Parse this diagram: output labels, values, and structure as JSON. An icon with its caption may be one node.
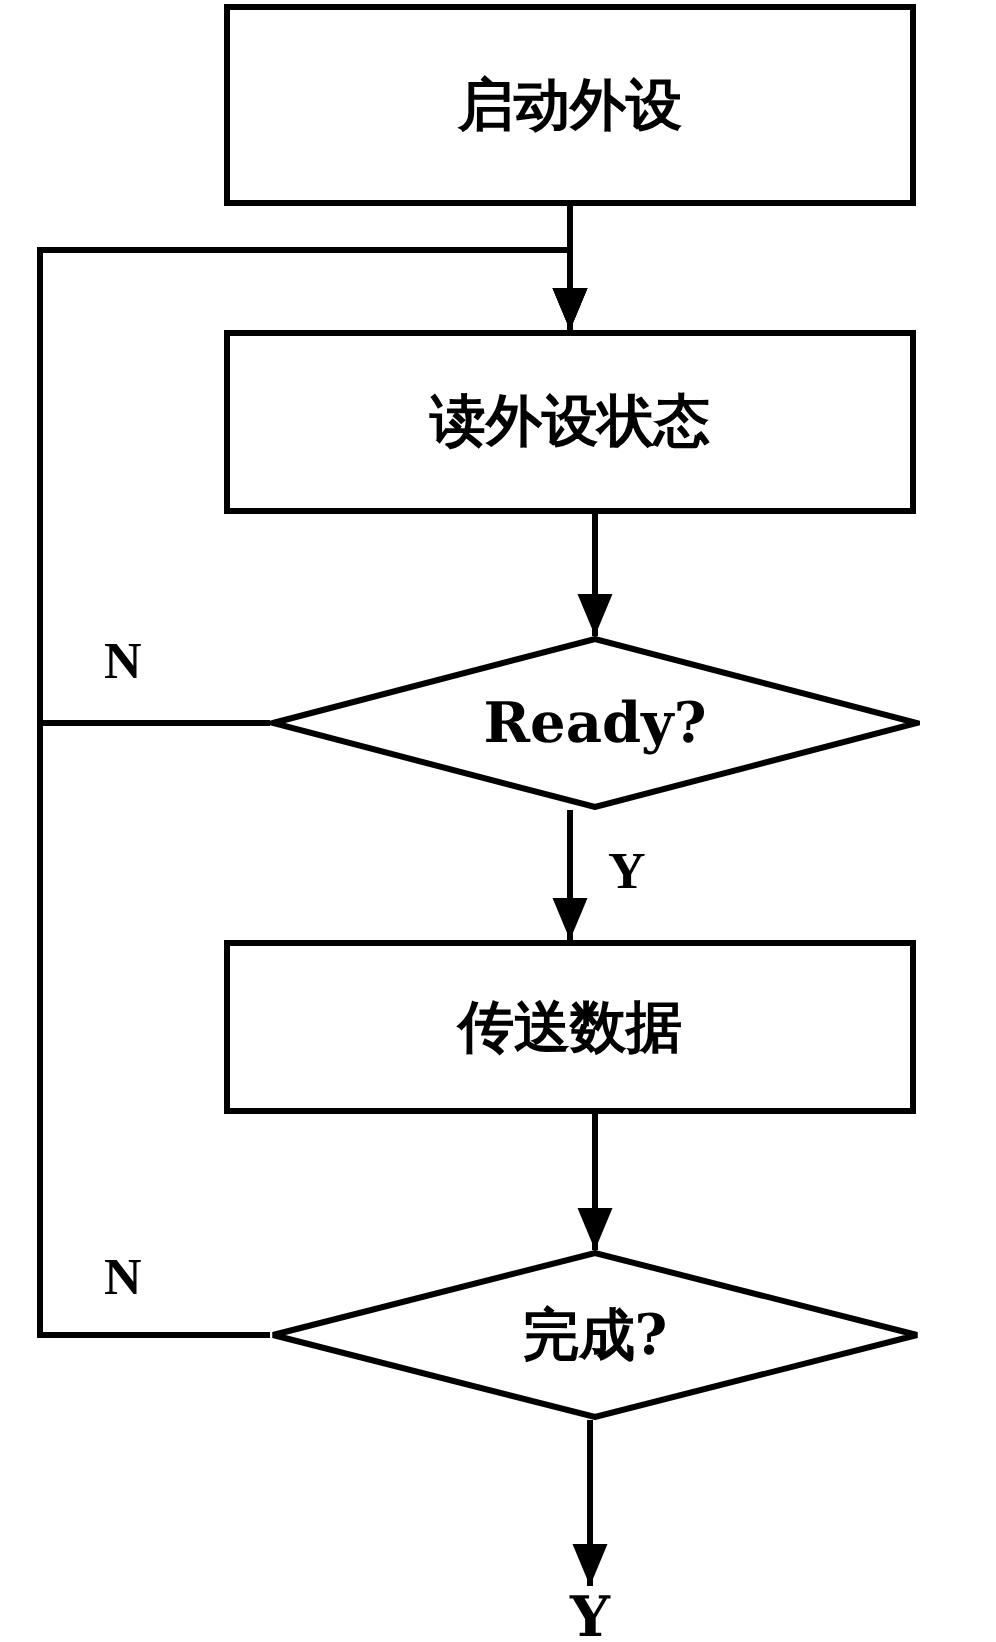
{
  "diagram": {
    "nodes": [
      {
        "text": [
          "启动外设"
        ]
      },
      {
        "text": [
          "读外设状态"
        ]
      },
      {
        "text": [
          "Ready?"
        ]
      },
      {
        "text": [
          "传送数据"
        ]
      },
      {
        "text": [
          "完成?"
        ]
      },
      {
        "text": [
          "Y"
        ]
      }
    ],
    "edges": [
      {
        "from": 0,
        "to": 1,
        "arrow": "to"
      },
      {
        "from": 1,
        "to": 2,
        "arrow": "to"
      },
      {
        "from": 2,
        "to": 3,
        "arrow": "to",
        "label": "Y"
      },
      {
        "from": 3,
        "to": 4,
        "arrow": "to"
      },
      {
        "from": 4,
        "to": 5,
        "arrow": "to"
      },
      {
        "from": 2,
        "to": 1,
        "arrow": "to",
        "label": "N"
      },
      {
        "from": 4,
        "to": 1,
        "arrow": "to",
        "label": "N"
      }
    ]
  }
}
